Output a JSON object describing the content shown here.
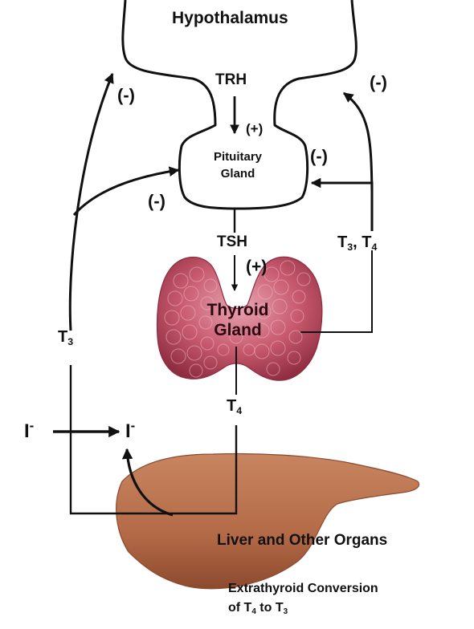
{
  "labels": {
    "hypothalamus": "Hypothalamus",
    "trh": "TRH",
    "pituitary_line1": "Pituitary",
    "pituitary_line2": "Gland",
    "tsh": "TSH",
    "thyroid_line1": "Thyroid",
    "thyroid_line2": "Gland",
    "t4_below_thyroid": "T",
    "t4_below_thyroid_sub": "4",
    "t3_left": "T",
    "t3_left_sub": "3",
    "t3t4_right_a": "T",
    "t3t4_right_a_sub": "3",
    "t3t4_right_sep": ", T",
    "t3t4_right_b_sub": "4",
    "iodide_left": "I",
    "iodide_left_sup": "-",
    "iodide_right": "I",
    "iodide_right_sup": "-",
    "liver": "Liver and Other Organs",
    "conversion_line1": "Extrathyroid Conversion",
    "conversion_line2_a": "of T",
    "conversion_line2_a_sub": "4",
    "conversion_line2_b": " to T",
    "conversion_line2_b_sub": "3"
  },
  "signs": {
    "trh_plus": "(+)",
    "tsh_plus": "(+)",
    "neg_left_top": "(-)",
    "neg_left_mid": "(-)",
    "neg_right_top": "(-)",
    "neg_right_mid": "(-)"
  },
  "colors": {
    "line": "#111111",
    "thyroid_fill": "#c85a6e",
    "thyroid_light": "#e6a2b0",
    "thyroid_dark": "#8e2c40",
    "liver_fill": "#b8704e",
    "liver_dark": "#8c4a2e"
  }
}
